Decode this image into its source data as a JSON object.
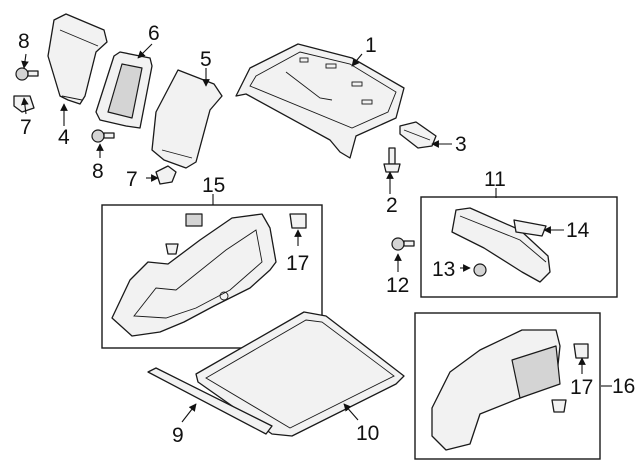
{
  "callouts": [
    {
      "id": "1",
      "label": "1"
    },
    {
      "id": "2",
      "label": "2"
    },
    {
      "id": "3",
      "label": "3"
    },
    {
      "id": "4",
      "label": "4"
    },
    {
      "id": "5",
      "label": "5"
    },
    {
      "id": "6",
      "label": "6"
    },
    {
      "id": "7a",
      "label": "7"
    },
    {
      "id": "7b",
      "label": "7"
    },
    {
      "id": "8a",
      "label": "8"
    },
    {
      "id": "8b",
      "label": "8"
    },
    {
      "id": "9",
      "label": "9"
    },
    {
      "id": "10",
      "label": "10"
    },
    {
      "id": "11",
      "label": "11"
    },
    {
      "id": "12",
      "label": "12"
    },
    {
      "id": "13",
      "label": "13"
    },
    {
      "id": "14",
      "label": "14"
    },
    {
      "id": "15",
      "label": "15"
    },
    {
      "id": "16",
      "label": "16"
    },
    {
      "id": "17a",
      "label": "17"
    },
    {
      "id": "17b",
      "label": "17"
    }
  ]
}
